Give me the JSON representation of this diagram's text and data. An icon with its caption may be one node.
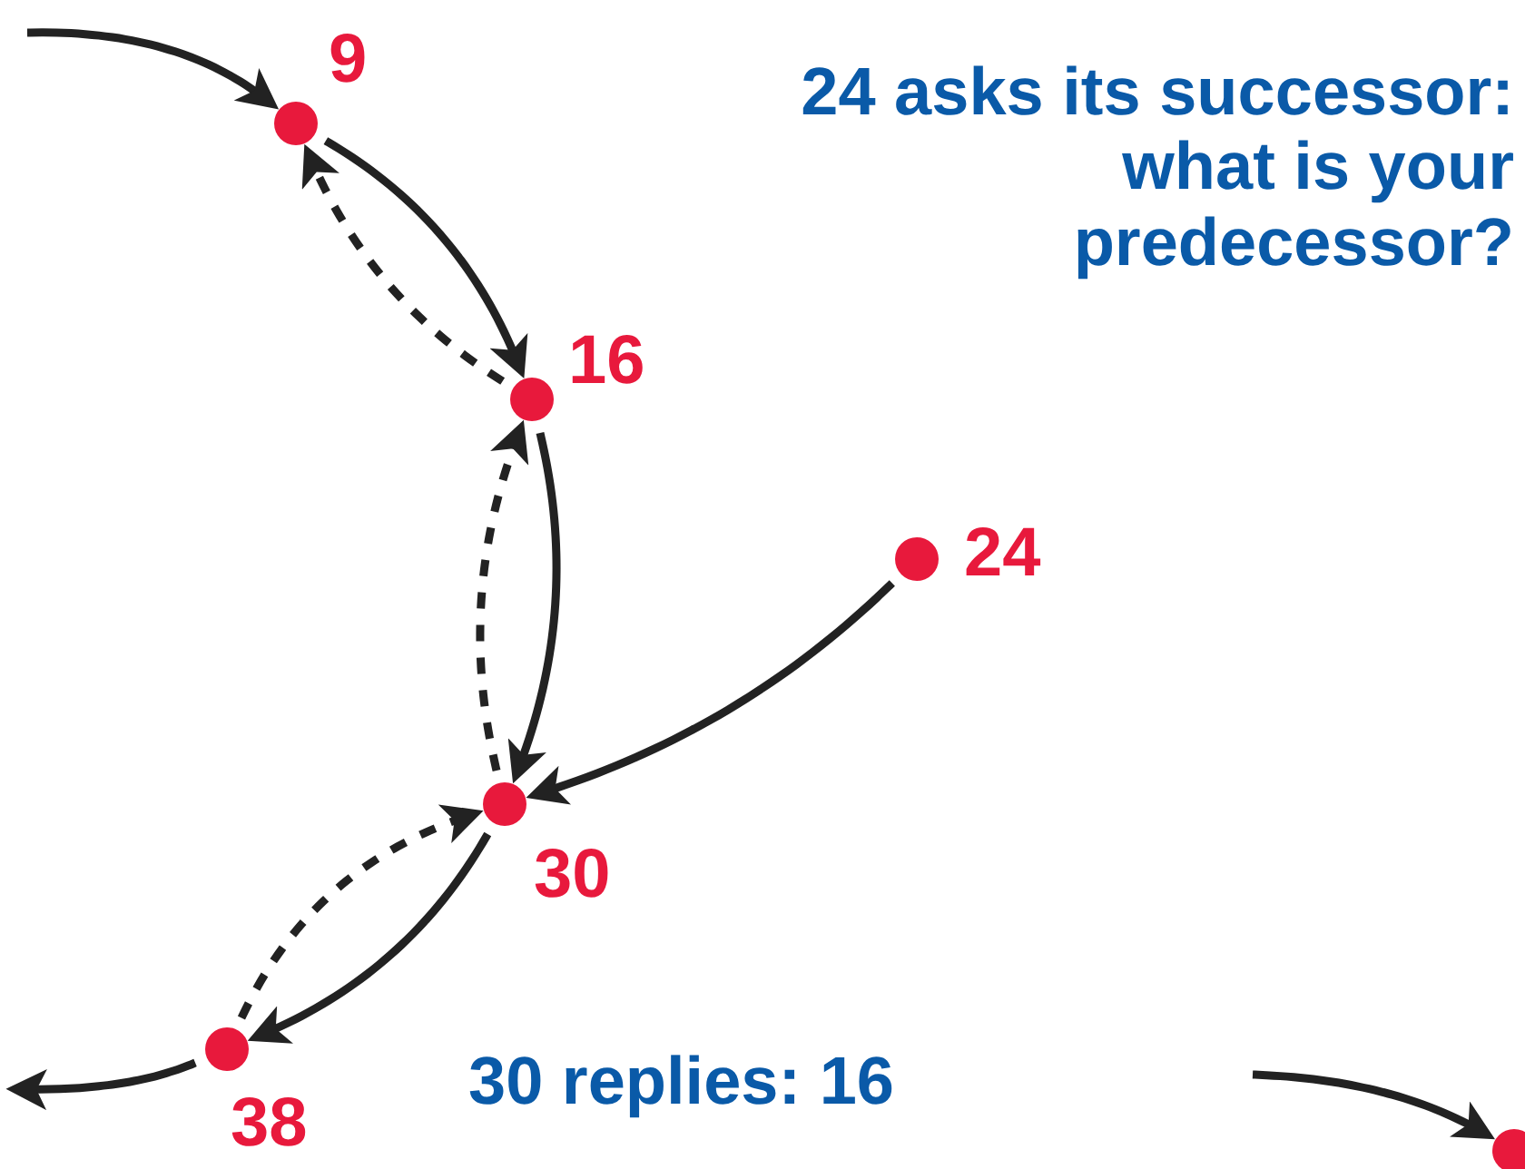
{
  "diagram": {
    "nodes": [
      {
        "text": [],
        "shape": "circle",
        "beside": [
          "9"
        ]
      },
      {
        "text": [],
        "shape": "circle",
        "beside": [
          "16"
        ]
      },
      {
        "text": [],
        "shape": "circle",
        "beside": [
          "24"
        ]
      },
      {
        "text": [],
        "shape": "circle",
        "beside": [
          "30"
        ]
      },
      {
        "text": [],
        "shape": "circle",
        "beside": [
          "38"
        ]
      },
      {
        "text": [],
        "shape": "circle"
      }
    ],
    "edges": [
      {
        "from": null,
        "to": 0,
        "arrow": "to"
      },
      {
        "from": 0,
        "to": 1,
        "arrow": "to"
      },
      {
        "from": 1,
        "to": 0,
        "arrow": "to",
        "style": "dashed"
      },
      {
        "from": 1,
        "to": 3,
        "arrow": "to"
      },
      {
        "from": 3,
        "to": 1,
        "arrow": "to",
        "style": "dashed"
      },
      {
        "from": 2,
        "to": 3,
        "arrow": "to"
      },
      {
        "from": 3,
        "to": 4,
        "arrow": "to"
      },
      {
        "from": 4,
        "to": 3,
        "arrow": "to",
        "style": "dashed"
      },
      {
        "from": 4,
        "to": null,
        "arrow": "to"
      },
      {
        "from": null,
        "to": 5,
        "arrow": "to"
      }
    ],
    "labels": [
      "24 asks its successor: what is your predecessor?",
      "30 replies: 16"
    ]
  }
}
